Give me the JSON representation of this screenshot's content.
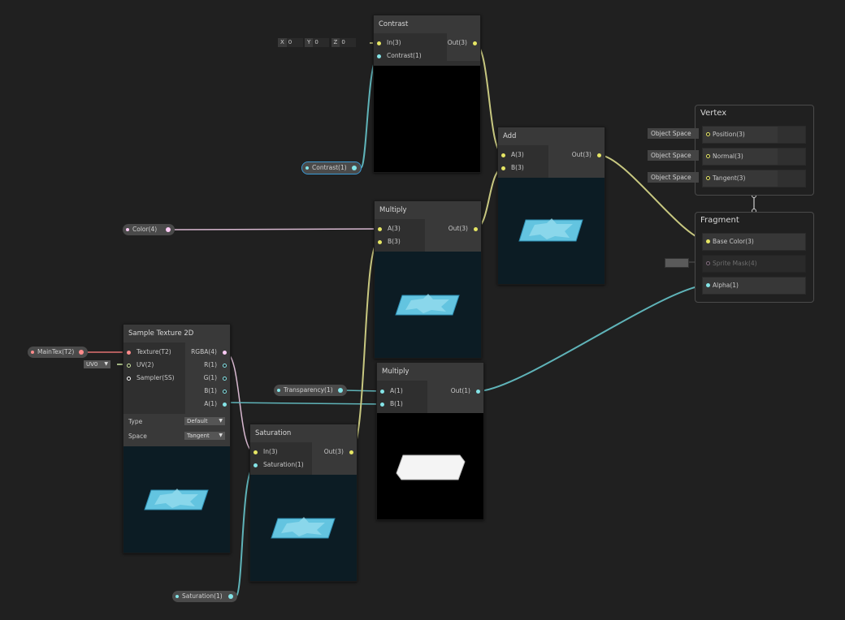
{
  "colors": {
    "vec3": "#e6e664",
    "vec1": "#84e4e7",
    "vec4": "#fbcbf4",
    "texture": "#ff8b8b",
    "uv": "#cfe8a3",
    "sampler": "#ffffff",
    "wire_vec3": "#c8c880",
    "wire_vec1": "#5fb3b8",
    "wire_vec4": "#d8b8d0",
    "wire_tex": "#e07070"
  },
  "contrast_node": {
    "title": "Contrast",
    "inputs": [
      "In(3)",
      "Contrast(1)"
    ],
    "output": "Out(3)",
    "vector": {
      "x_label": "X",
      "x": "0",
      "y_label": "Y",
      "y": "0",
      "z_label": "Z",
      "z": "0"
    }
  },
  "add_node": {
    "title": "Add",
    "inputs": [
      "A(3)",
      "B(3)"
    ],
    "output": "Out(3)"
  },
  "multiply_top": {
    "title": "Multiply",
    "inputs": [
      "A(3)",
      "B(3)"
    ],
    "output": "Out(3)"
  },
  "multiply_bottom": {
    "title": "Multiply",
    "inputs": [
      "A(1)",
      "B(1)"
    ],
    "output": "Out(1)"
  },
  "sample_texture": {
    "title": "Sample Texture 2D",
    "inputs": [
      "Texture(T2)",
      "UV(2)",
      "Sampler(SS)"
    ],
    "outputs": [
      "RGBA(4)",
      "R(1)",
      "G(1)",
      "B(1)",
      "A(1)"
    ],
    "type_label": "Type",
    "type_value": "Default",
    "space_label": "Space",
    "space_value": "Tangent",
    "uv_value": "UV0"
  },
  "saturation_node": {
    "title": "Saturation",
    "inputs": [
      "In(3)",
      "Saturation(1)"
    ],
    "output": "Out(3)"
  },
  "properties": {
    "contrast": "Contrast(1)",
    "color": "Color(4)",
    "maintex": "MainTex(T2)",
    "transparency": "Transparency(1)",
    "saturation": "Saturation(1)"
  },
  "vertex": {
    "title": "Vertex",
    "ports": [
      {
        "space": "Object Space",
        "label": "Position(3)"
      },
      {
        "space": "Object Space",
        "label": "Normal(3)"
      },
      {
        "space": "Object Space",
        "label": "Tangent(3)"
      }
    ]
  },
  "fragment": {
    "title": "Fragment",
    "ports": [
      "Base Color(3)",
      "Sprite Mask(4)",
      "Alpha(1)"
    ]
  }
}
